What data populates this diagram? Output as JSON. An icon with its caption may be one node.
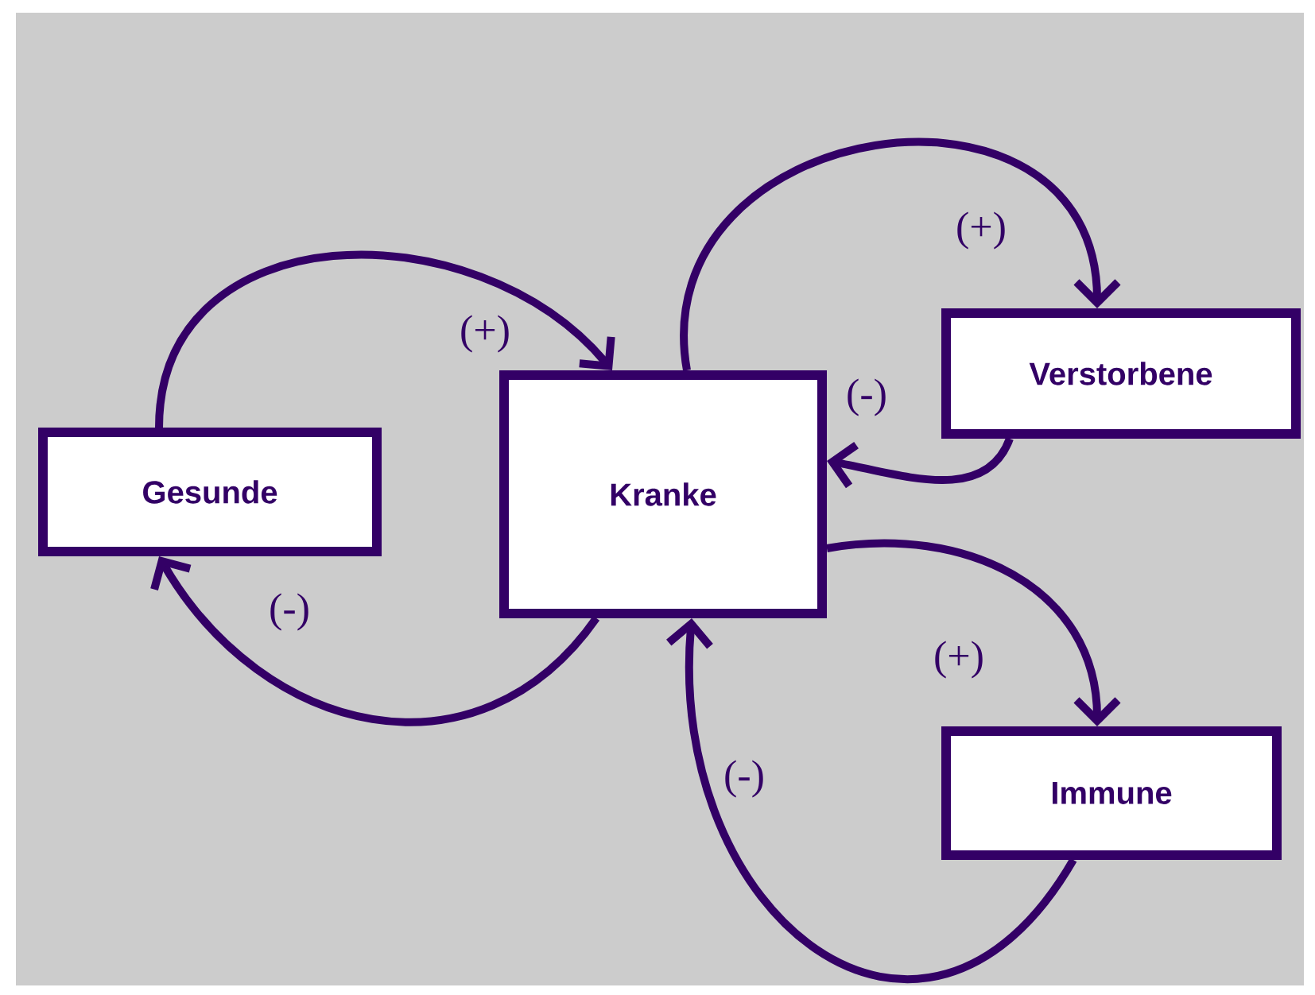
{
  "diagram": {
    "nodes": [
      {
        "text": [
          "Gesunde"
        ]
      },
      {
        "text": [
          "Kranke"
        ]
      },
      {
        "text": [
          "Verstorbene"
        ]
      },
      {
        "text": [
          "Immune"
        ]
      }
    ],
    "edges": [
      {
        "from": 0,
        "to": 1,
        "arrow": "to",
        "label": "(+)"
      },
      {
        "from": 1,
        "to": 0,
        "arrow": "to",
        "label": "(-)"
      },
      {
        "from": 1,
        "to": 2,
        "arrow": "to",
        "label": "(+)"
      },
      {
        "from": 2,
        "to": 1,
        "arrow": "to",
        "label": "(-)"
      },
      {
        "from": 1,
        "to": 3,
        "arrow": "to",
        "label": "(+)"
      },
      {
        "from": 3,
        "to": 1,
        "arrow": "to",
        "label": "(-)"
      }
    ]
  }
}
